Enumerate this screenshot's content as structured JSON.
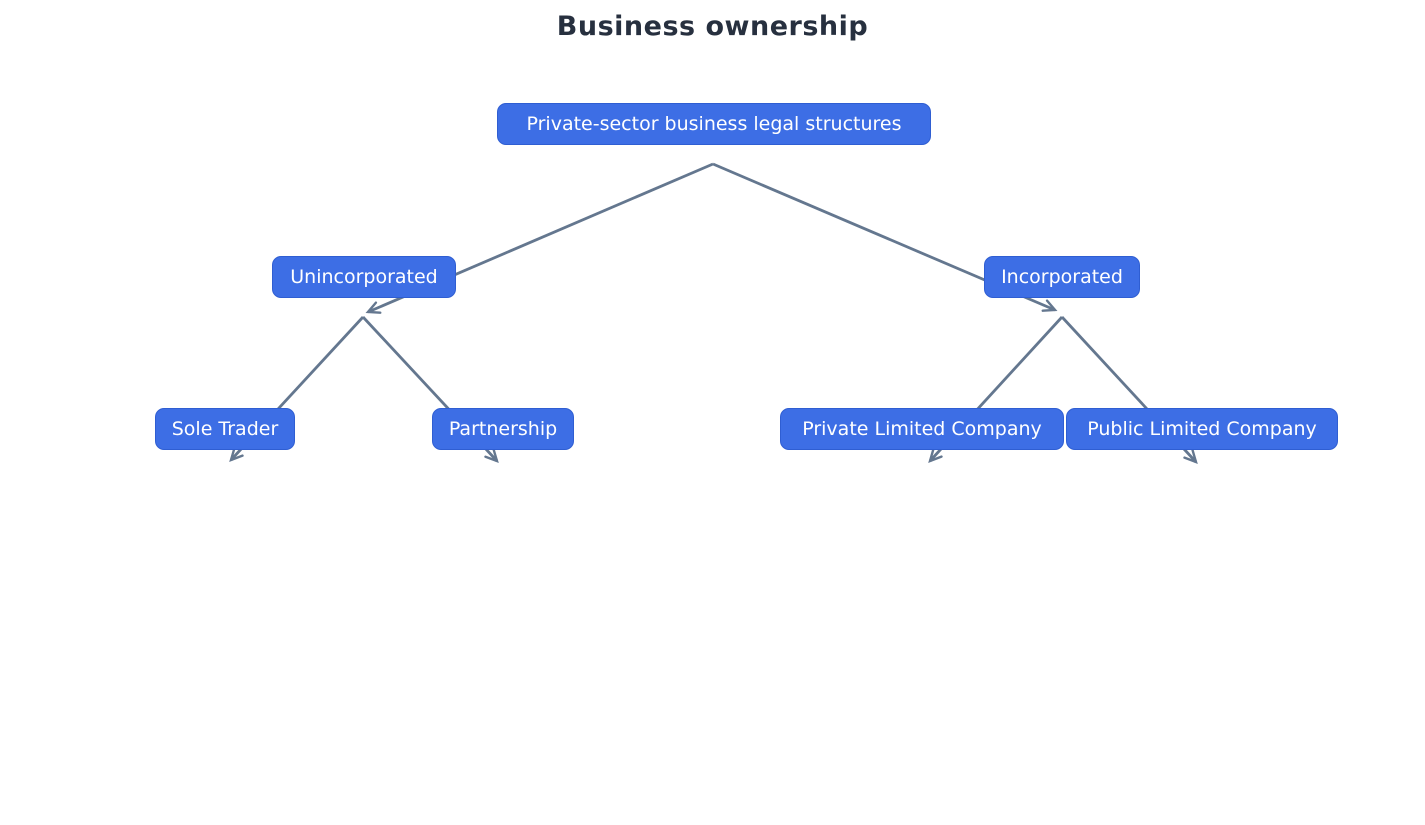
{
  "title": "Business ownership",
  "colors": {
    "background": "#ffffff",
    "title_text": "#27303f",
    "node_fill": "#3d6ee5",
    "node_border": "#2f5ed2",
    "node_text": "#ffffff",
    "edge": "#64778f"
  },
  "diagram": {
    "type": "tree",
    "nodes": [
      {
        "id": "root",
        "label": "Private-sector business legal structures"
      },
      {
        "id": "unincorporated",
        "label": "Unincorporated"
      },
      {
        "id": "incorporated",
        "label": "Incorporated"
      },
      {
        "id": "sole-trader",
        "label": "Sole Trader"
      },
      {
        "id": "partnership",
        "label": "Partnership"
      },
      {
        "id": "private-limited",
        "label": "Private Limited Company"
      },
      {
        "id": "public-limited",
        "label": "Public Limited Company"
      }
    ],
    "edges": [
      {
        "from": "root",
        "to": "unincorporated"
      },
      {
        "from": "root",
        "to": "incorporated"
      },
      {
        "from": "unincorporated",
        "to": "sole-trader"
      },
      {
        "from": "unincorporated",
        "to": "partnership"
      },
      {
        "from": "incorporated",
        "to": "private-limited"
      },
      {
        "from": "incorporated",
        "to": "public-limited"
      }
    ]
  }
}
